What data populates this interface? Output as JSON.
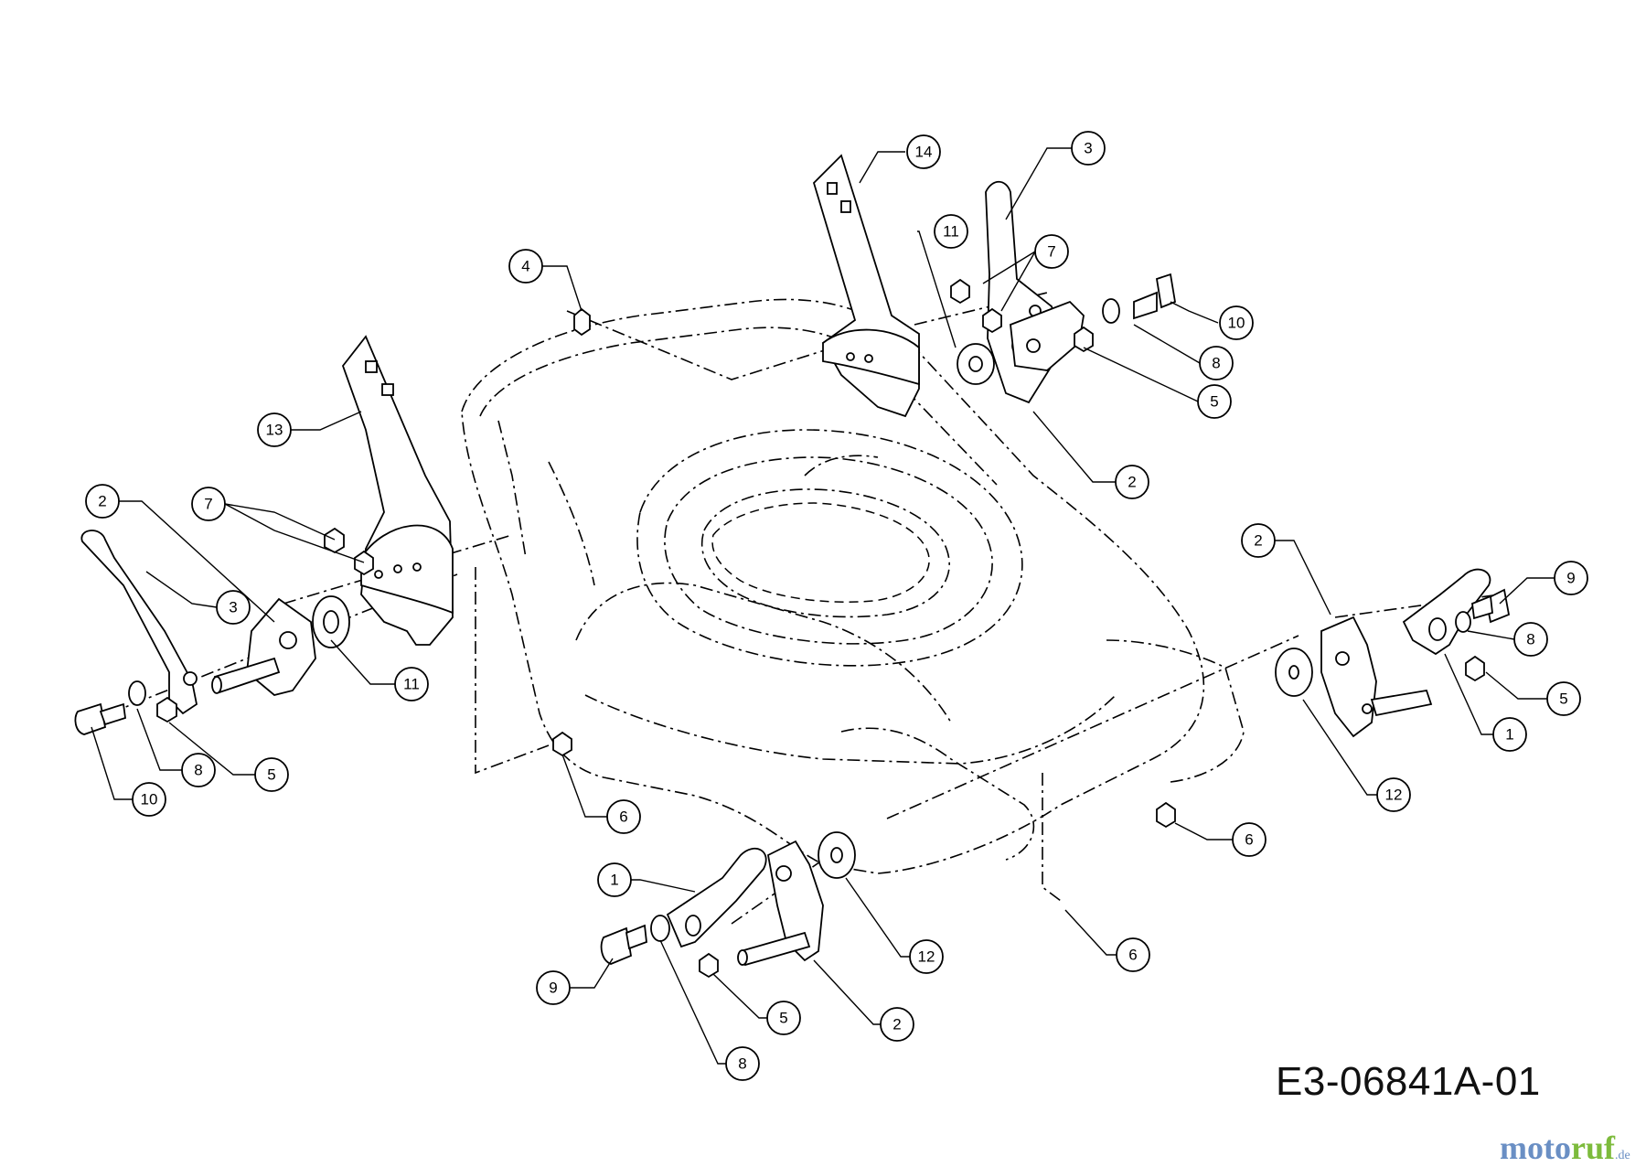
{
  "drawing_code": "E3-06841A-01",
  "watermark": {
    "part1": "moto",
    "part2": "ruf",
    "part3": ".de"
  },
  "callouts": [
    {
      "id": "c14",
      "label": "14"
    },
    {
      "id": "c3a",
      "label": "3"
    },
    {
      "id": "c11a",
      "label": "11"
    },
    {
      "id": "c7a",
      "label": "7"
    },
    {
      "id": "c4",
      "label": "4"
    },
    {
      "id": "c10a",
      "label": "10"
    },
    {
      "id": "c8a",
      "label": "8"
    },
    {
      "id": "c5a",
      "label": "5"
    },
    {
      "id": "c2a",
      "label": "2"
    },
    {
      "id": "c13",
      "label": "13"
    },
    {
      "id": "c2b",
      "label": "2"
    },
    {
      "id": "c7b",
      "label": "7"
    },
    {
      "id": "c3b",
      "label": "3"
    },
    {
      "id": "c11b",
      "label": "11"
    },
    {
      "id": "c8b",
      "label": "8"
    },
    {
      "id": "c5b",
      "label": "5"
    },
    {
      "id": "c10b",
      "label": "10"
    },
    {
      "id": "c6a",
      "label": "6"
    },
    {
      "id": "c2c",
      "label": "2"
    },
    {
      "id": "c9a",
      "label": "9"
    },
    {
      "id": "c8c",
      "label": "8"
    },
    {
      "id": "c5c",
      "label": "5"
    },
    {
      "id": "c1a",
      "label": "1"
    },
    {
      "id": "c12a",
      "label": "12"
    },
    {
      "id": "c6b",
      "label": "6"
    },
    {
      "id": "c1b",
      "label": "1"
    },
    {
      "id": "c12b",
      "label": "12"
    },
    {
      "id": "c6c",
      "label": "6"
    },
    {
      "id": "c9b",
      "label": "9"
    },
    {
      "id": "c5d",
      "label": "5"
    },
    {
      "id": "c2d",
      "label": "2"
    },
    {
      "id": "c8d",
      "label": "8"
    }
  ]
}
